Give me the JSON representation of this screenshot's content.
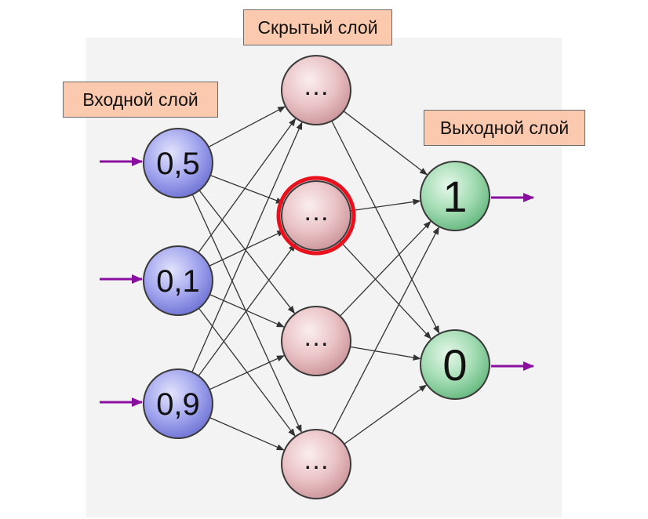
{
  "labels": {
    "input_layer": "Входной слой",
    "hidden_layer": "Скрытый слой",
    "output_layer": "Выходной слой"
  },
  "input_nodes": [
    {
      "value": "0,5"
    },
    {
      "value": "0,1"
    },
    {
      "value": "0,9"
    }
  ],
  "hidden_nodes": [
    {
      "value": "…",
      "highlighted": false
    },
    {
      "value": "…",
      "highlighted": true
    },
    {
      "value": "…",
      "highlighted": false
    },
    {
      "value": "…",
      "highlighted": false
    }
  ],
  "output_nodes": [
    {
      "value": "1"
    },
    {
      "value": "0"
    }
  ],
  "colors": {
    "input_fill": "#8f93e6",
    "hidden_fill": "#e8bcc0",
    "output_fill": "#8fd3a3",
    "highlight_ring": "#e8121e",
    "input_arrow": "#8a0fa0",
    "output_arrow": "#8a0fa0",
    "label_fill": "#fbc9ae",
    "edge": "#333333"
  }
}
